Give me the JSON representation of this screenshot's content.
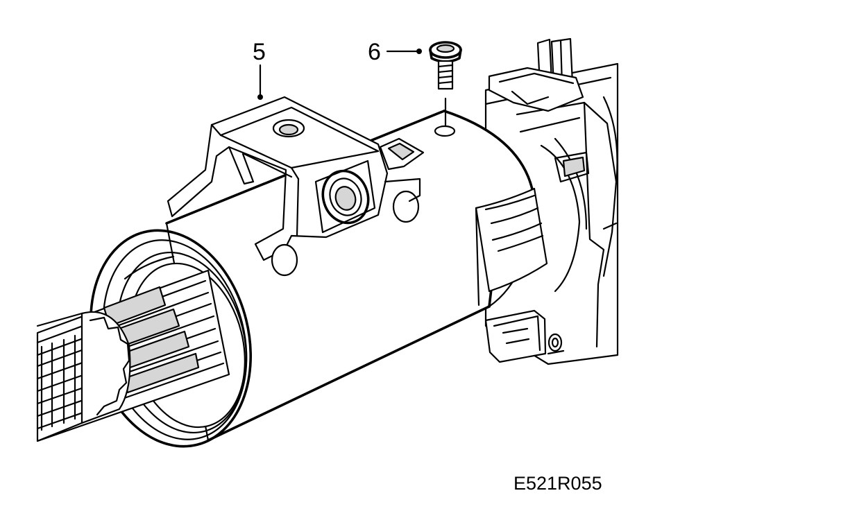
{
  "figure": {
    "reference_code": "E521R055",
    "callouts": [
      {
        "number": "5",
        "part": "bracket"
      },
      {
        "number": "6",
        "part": "screw"
      }
    ],
    "colors": {
      "line": "#000000",
      "background": "#ffffff",
      "shade": "#d6d6d6"
    }
  }
}
